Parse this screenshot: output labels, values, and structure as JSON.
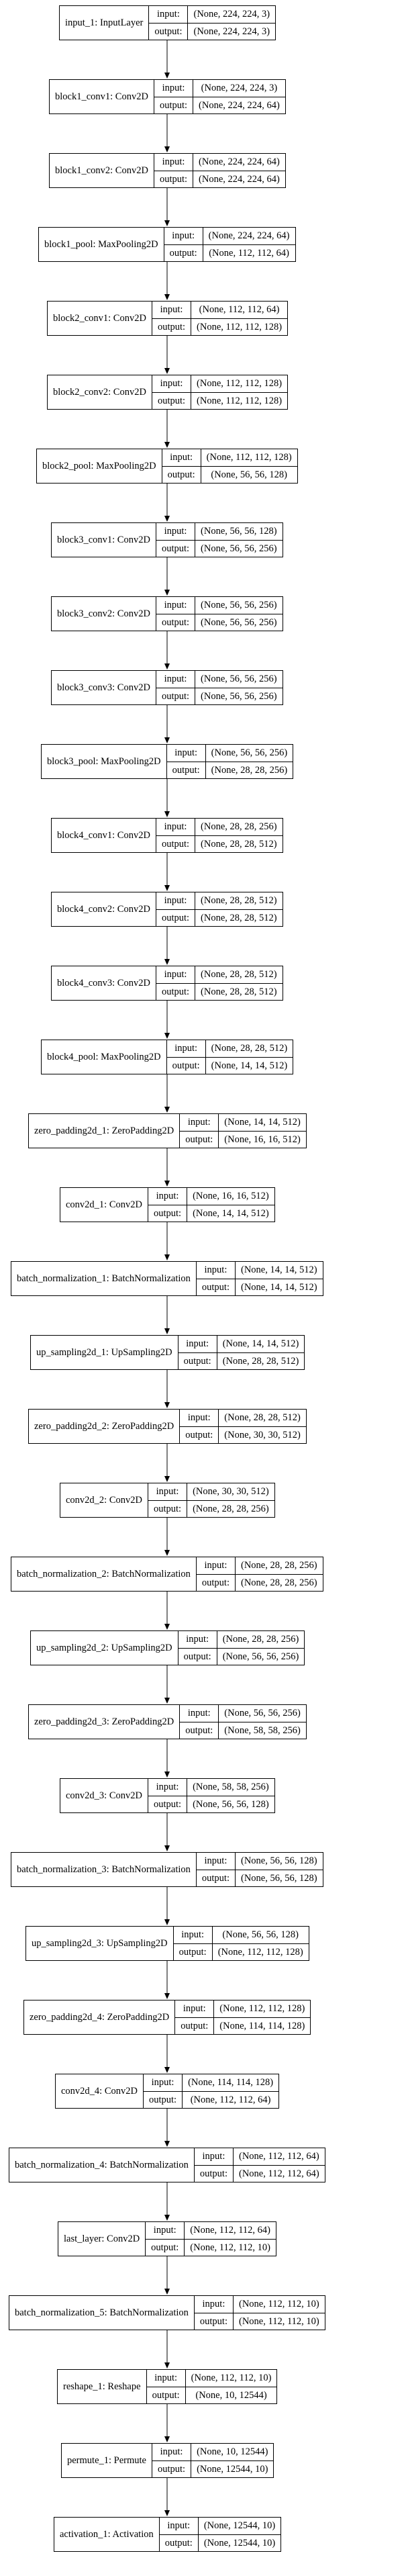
{
  "io_labels": {
    "input": "input:",
    "output": "output:"
  },
  "layers": [
    {
      "name": "input_1: InputLayer",
      "input": "(None, 224, 224, 3)",
      "output": "(None, 224, 224, 3)"
    },
    {
      "name": "block1_conv1: Conv2D",
      "input": "(None, 224, 224, 3)",
      "output": "(None, 224, 224, 64)"
    },
    {
      "name": "block1_conv2: Conv2D",
      "input": "(None, 224, 224, 64)",
      "output": "(None, 224, 224, 64)"
    },
    {
      "name": "block1_pool: MaxPooling2D",
      "input": "(None, 224, 224, 64)",
      "output": "(None, 112, 112, 64)"
    },
    {
      "name": "block2_conv1: Conv2D",
      "input": "(None, 112, 112, 64)",
      "output": "(None, 112, 112, 128)"
    },
    {
      "name": "block2_conv2: Conv2D",
      "input": "(None, 112, 112, 128)",
      "output": "(None, 112, 112, 128)"
    },
    {
      "name": "block2_pool: MaxPooling2D",
      "input": "(None, 112, 112, 128)",
      "output": "(None, 56, 56, 128)"
    },
    {
      "name": "block3_conv1: Conv2D",
      "input": "(None, 56, 56, 128)",
      "output": "(None, 56, 56, 256)"
    },
    {
      "name": "block3_conv2: Conv2D",
      "input": "(None, 56, 56, 256)",
      "output": "(None, 56, 56, 256)"
    },
    {
      "name": "block3_conv3: Conv2D",
      "input": "(None, 56, 56, 256)",
      "output": "(None, 56, 56, 256)"
    },
    {
      "name": "block3_pool: MaxPooling2D",
      "input": "(None, 56, 56, 256)",
      "output": "(None, 28, 28, 256)"
    },
    {
      "name": "block4_conv1: Conv2D",
      "input": "(None, 28, 28, 256)",
      "output": "(None, 28, 28, 512)"
    },
    {
      "name": "block4_conv2: Conv2D",
      "input": "(None, 28, 28, 512)",
      "output": "(None, 28, 28, 512)"
    },
    {
      "name": "block4_conv3: Conv2D",
      "input": "(None, 28, 28, 512)",
      "output": "(None, 28, 28, 512)"
    },
    {
      "name": "block4_pool: MaxPooling2D",
      "input": "(None, 28, 28, 512)",
      "output": "(None, 14, 14, 512)"
    },
    {
      "name": "zero_padding2d_1: ZeroPadding2D",
      "input": "(None, 14, 14, 512)",
      "output": "(None, 16, 16, 512)"
    },
    {
      "name": "conv2d_1: Conv2D",
      "input": "(None, 16, 16, 512)",
      "output": "(None, 14, 14, 512)"
    },
    {
      "name": "batch_normalization_1: BatchNormalization",
      "input": "(None, 14, 14, 512)",
      "output": "(None, 14, 14, 512)"
    },
    {
      "name": "up_sampling2d_1: UpSampling2D",
      "input": "(None, 14, 14, 512)",
      "output": "(None, 28, 28, 512)"
    },
    {
      "name": "zero_padding2d_2: ZeroPadding2D",
      "input": "(None, 28, 28, 512)",
      "output": "(None, 30, 30, 512)"
    },
    {
      "name": "conv2d_2: Conv2D",
      "input": "(None, 30, 30, 512)",
      "output": "(None, 28, 28, 256)"
    },
    {
      "name": "batch_normalization_2: BatchNormalization",
      "input": "(None, 28, 28, 256)",
      "output": "(None, 28, 28, 256)"
    },
    {
      "name": "up_sampling2d_2: UpSampling2D",
      "input": "(None, 28, 28, 256)",
      "output": "(None, 56, 56, 256)"
    },
    {
      "name": "zero_padding2d_3: ZeroPadding2D",
      "input": "(None, 56, 56, 256)",
      "output": "(None, 58, 58, 256)"
    },
    {
      "name": "conv2d_3: Conv2D",
      "input": "(None, 58, 58, 256)",
      "output": "(None, 56, 56, 128)"
    },
    {
      "name": "batch_normalization_3: BatchNormalization",
      "input": "(None, 56, 56, 128)",
      "output": "(None, 56, 56, 128)"
    },
    {
      "name": "up_sampling2d_3: UpSampling2D",
      "input": "(None, 56, 56, 128)",
      "output": "(None, 112, 112, 128)"
    },
    {
      "name": "zero_padding2d_4: ZeroPadding2D",
      "input": "(None, 112, 112, 128)",
      "output": "(None, 114, 114, 128)"
    },
    {
      "name": "conv2d_4: Conv2D",
      "input": "(None, 114, 114, 128)",
      "output": "(None, 112, 112, 64)"
    },
    {
      "name": "batch_normalization_4: BatchNormalization",
      "input": "(None, 112, 112, 64)",
      "output": "(None, 112, 112, 64)"
    },
    {
      "name": "last_layer: Conv2D",
      "input": "(None, 112, 112, 64)",
      "output": "(None, 112, 112, 10)"
    },
    {
      "name": "batch_normalization_5: BatchNormalization",
      "input": "(None, 112, 112, 10)",
      "output": "(None, 112, 112, 10)"
    },
    {
      "name": "reshape_1: Reshape",
      "input": "(None, 112, 112, 10)",
      "output": "(None, 10, 12544)"
    },
    {
      "name": "permute_1: Permute",
      "input": "(None, 10, 12544)",
      "output": "(None, 12544, 10)"
    },
    {
      "name": "activation_1: Activation",
      "input": "(None, 12544, 10)",
      "output": "(None, 12544, 10)"
    }
  ]
}
